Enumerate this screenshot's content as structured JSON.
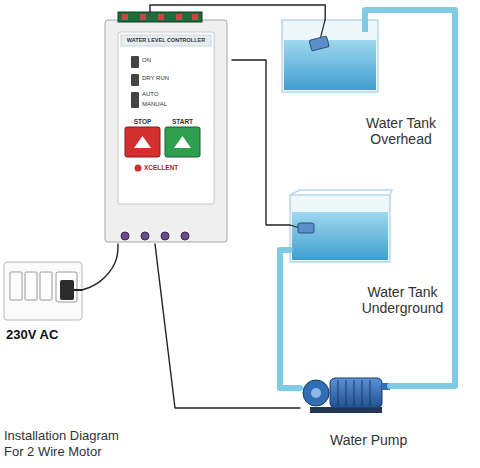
{
  "diagram": {
    "caption": "Installation Diagram For 2 Wire Motor",
    "nodes": [
      {
        "text": [
          "WATER LEVEL CONTROLLER",
          "ON",
          "DRY RUN",
          "AUTO",
          "MANUAL",
          "STOP",
          "START",
          "XCELLENT"
        ]
      },
      {
        "text": [
          "Water Tank Overhead"
        ]
      },
      {
        "text": [
          "Water Tank Underground"
        ]
      },
      {
        "text": [
          "230V AC"
        ]
      },
      {
        "text": [
          "Water Pump"
        ]
      }
    ],
    "edges": [
      {
        "from": 0,
        "to": 1,
        "arrow": "none"
      },
      {
        "from": 0,
        "to": 2,
        "arrow": "none"
      },
      {
        "from": 3,
        "to": 0,
        "arrow": "none"
      },
      {
        "from": 0,
        "to": 4,
        "arrow": "none"
      },
      {
        "from": 2,
        "to": 4,
        "arrow": "none"
      },
      {
        "from": 4,
        "to": 1,
        "arrow": "none"
      }
    ]
  }
}
